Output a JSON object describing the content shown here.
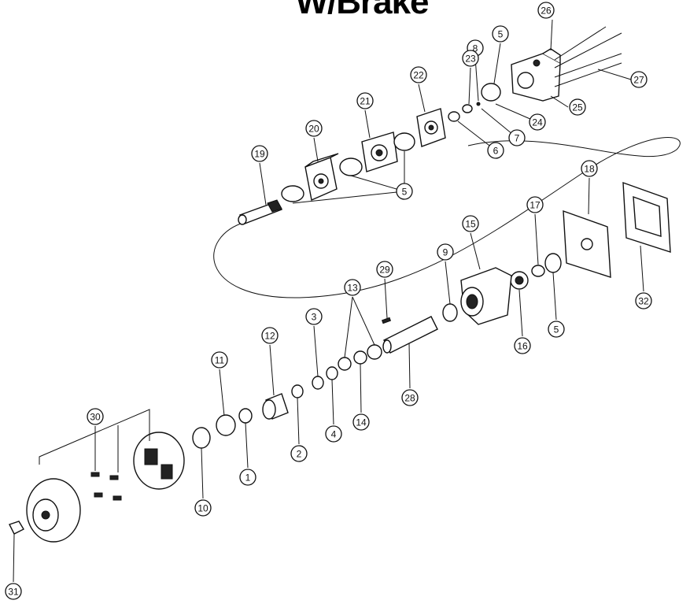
{
  "title": "W/Brake",
  "callouts": [
    "1",
    "2",
    "3",
    "4",
    "5",
    "6",
    "7",
    "8",
    "9",
    "10",
    "11",
    "12",
    "13",
    "14",
    "15",
    "16",
    "17",
    "18",
    "19",
    "20",
    "21",
    "22",
    "23",
    "24",
    "25",
    "26",
    "27",
    "28",
    "29",
    "30",
    "31",
    "32"
  ]
}
